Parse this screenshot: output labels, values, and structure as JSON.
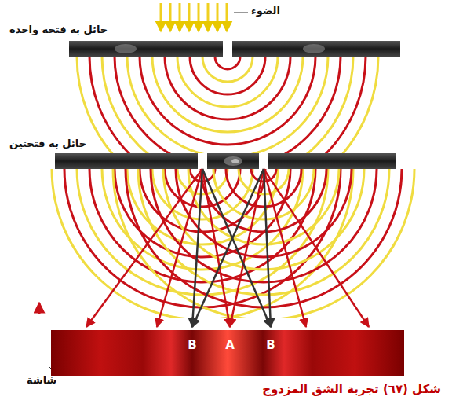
{
  "diagram": {
    "caption": "شكل (٦٧) تجربة الشق المزدوج",
    "nodes": [
      {
        "text": [
          "B",
          "A",
          "B"
        ]
      }
    ],
    "labels": [
      "الضوء",
      "حائل به فتحة واحدة",
      "حائل به فتحتين",
      "شاشة"
    ]
  }
}
